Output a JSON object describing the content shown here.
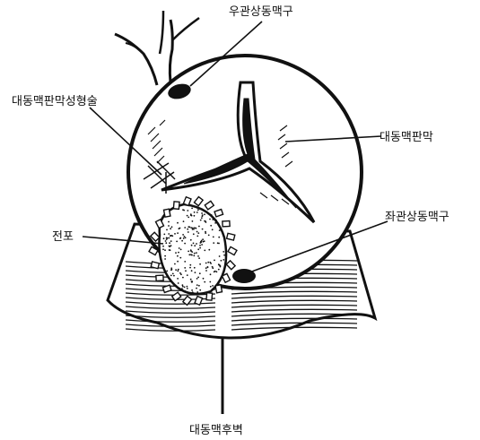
{
  "labels": {
    "right_coronary_ostium": "우관상동맥구",
    "aortic_valvuloplasty": "대동맥판막성형술",
    "aortic_valve": "대동맥판막",
    "left_coronary_ostium": "좌관상동맥구",
    "pledget": "전포",
    "posterior_aortic_wall": "대동맥후벽"
  },
  "colors": {
    "ink": "#111111",
    "paper": "#ffffff"
  }
}
